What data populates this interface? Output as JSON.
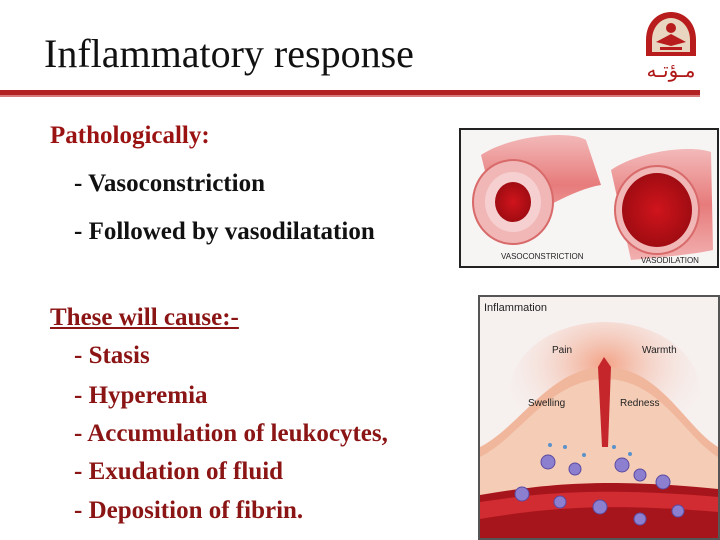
{
  "slide": {
    "title": "Inflammatory response",
    "logo_text": "مـؤتـه",
    "pathologically": "Pathologically:",
    "vasoconstriction": "- Vasoconstriction",
    "vasodilatation": "- Followed by vasodilatation",
    "causes_heading": "These will cause:-",
    "causes": [
      "- Stasis",
      "- Hyperemia",
      "- Accumulation of leukocytes,",
      "- Exudation of fluid",
      "- Deposition of fibrin."
    ]
  },
  "vessel_image": {
    "label_left": "VASOCONSTRICTION",
    "label_right": "VASODILATION"
  },
  "inflammation_image": {
    "heading": "Inflammation",
    "pain": "Pain",
    "warmth": "Warmth",
    "swelling": "Swelling",
    "redness": "Redness"
  },
  "colors": {
    "accent": "#b22222",
    "text_red": "#8b1414"
  }
}
